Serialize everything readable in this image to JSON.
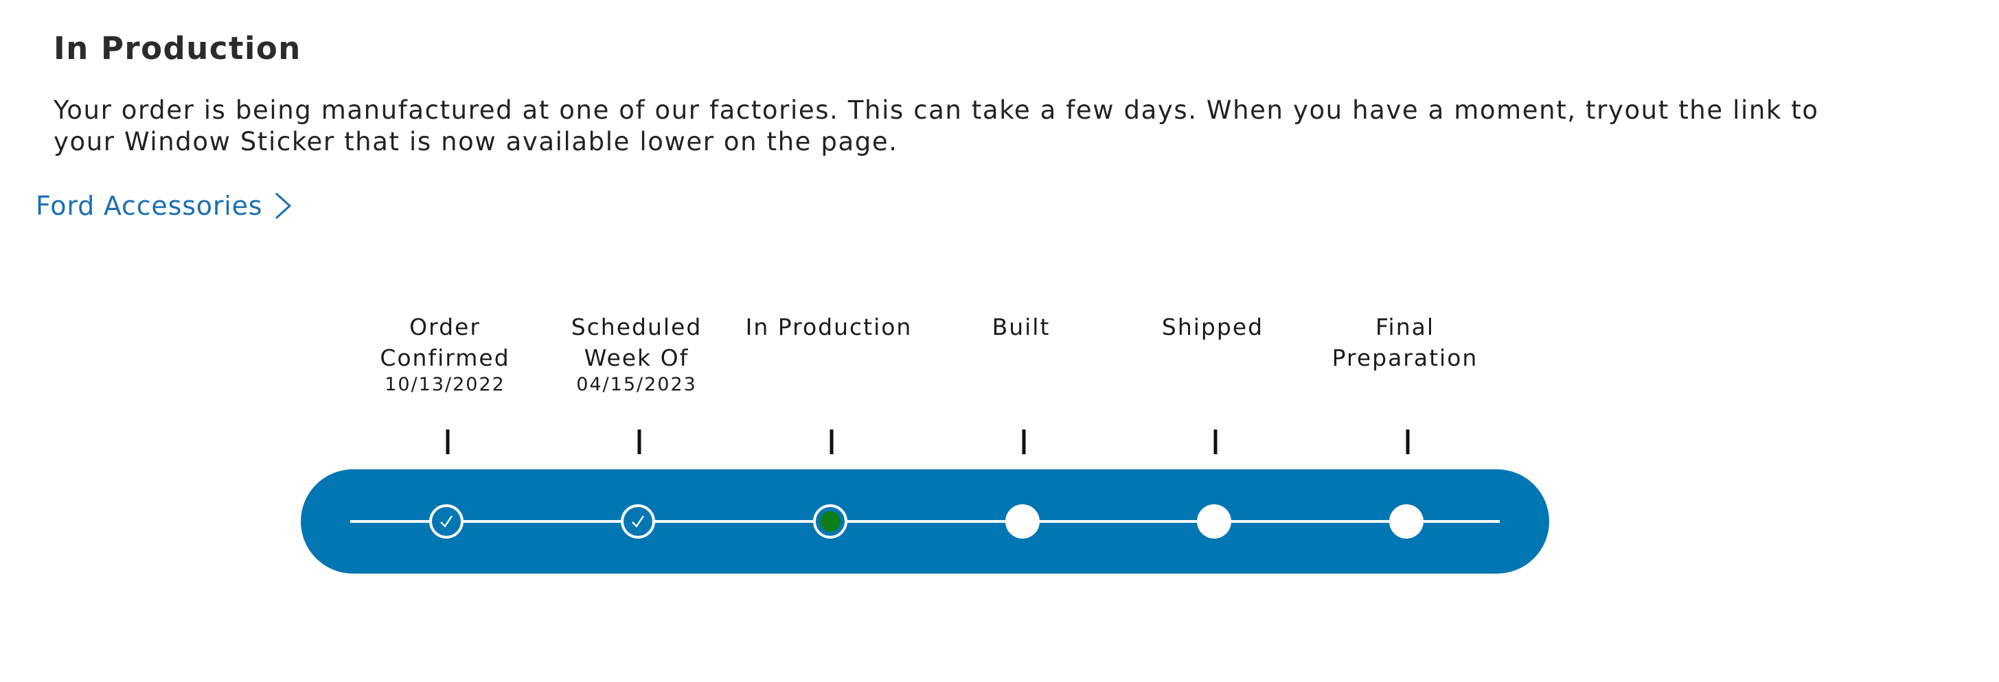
{
  "section": {
    "title": "In Production",
    "description": "Your order is being manufactured at one of our factories. This can take a few days. When you have a moment, tryout the link to your Window Sticker that is now available lower on the page."
  },
  "accessories_link": {
    "label": "Ford Accessories",
    "icon": "chevron-right-icon"
  },
  "tracker": {
    "steps": [
      {
        "line1": "Order",
        "line2": "Confirmed",
        "date": "10/13/2022",
        "status": "complete"
      },
      {
        "line1": "Scheduled",
        "line2": "Week Of",
        "date": "04/15/2023",
        "status": "complete"
      },
      {
        "line1": "In Production",
        "line2": "",
        "date": "",
        "status": "current"
      },
      {
        "line1": "Built",
        "line2": "",
        "date": "",
        "status": "pending"
      },
      {
        "line1": "Shipped",
        "line2": "",
        "date": "",
        "status": "pending"
      },
      {
        "line1": "Final",
        "line2": "Preparation",
        "date": "",
        "status": "pending"
      }
    ]
  },
  "colors": {
    "bar": "#0276b3",
    "link": "#1a6fb4",
    "current_dot": "#0e7d1b",
    "heading": "#2b2b2b"
  }
}
